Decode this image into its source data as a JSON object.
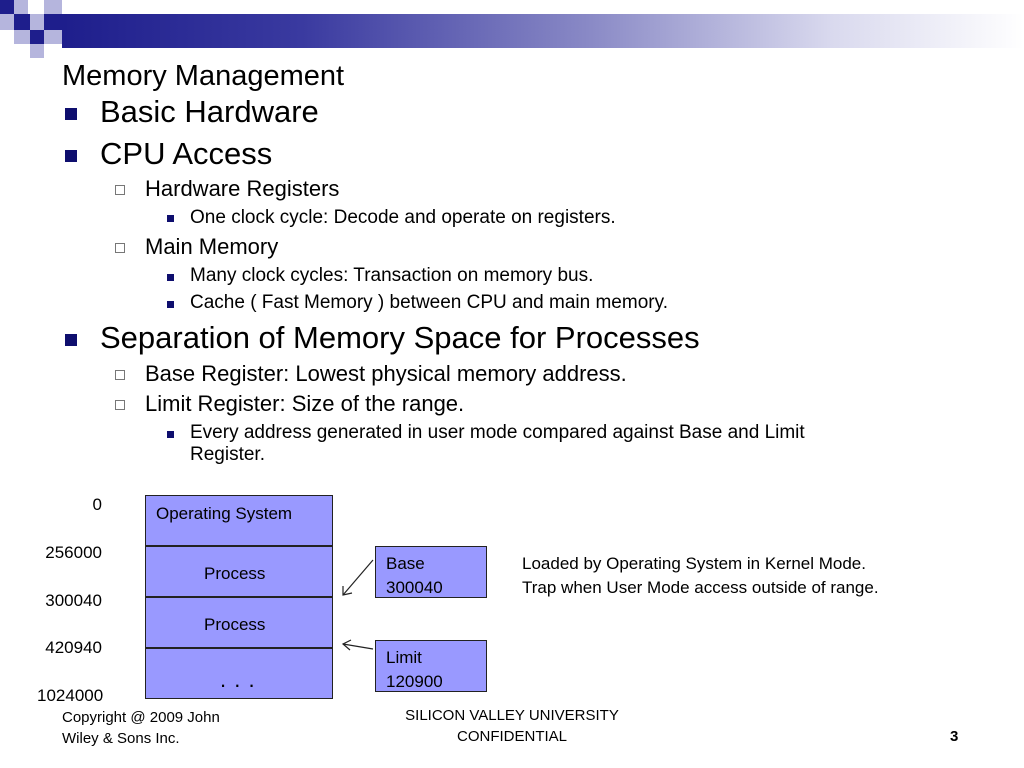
{
  "slide": {
    "title": "Memory Management",
    "bullets": {
      "basic_hardware": "Basic Hardware",
      "cpu_access": "CPU Access",
      "hw_registers": "Hardware Registers",
      "one_clock": "One clock cycle: Decode and operate on registers.",
      "main_memory": "Main Memory",
      "many_clock": "Many clock cycles: Transaction on memory bus.",
      "cache": "Cache ( Fast Memory ) between CPU and main memory.",
      "separation": "Separation of Memory Space for Processes",
      "base_register": "Base Register: Lowest physical memory address.",
      "limit_register": "Limit Register: Size of the range.",
      "every_address_line1": "Every address generated in user mode compared against Base and Limit",
      "every_address_line2": "Register."
    }
  },
  "diagram": {
    "addresses": [
      "0",
      "256000",
      "300040",
      "420940",
      "1024000"
    ],
    "blocks": [
      "Operating System",
      "Process",
      "Process",
      ". . ."
    ],
    "base": {
      "label": "Base",
      "value": "300040"
    },
    "limit": {
      "label": "Limit",
      "value": "120900"
    },
    "note_line1": "Loaded by Operating System in Kernel Mode.",
    "note_line2": "Trap  when User Mode access outside of range."
  },
  "footer": {
    "copyright_line1": "Copyright @ 2009 John",
    "copyright_line2": "Wiley & Sons Inc.",
    "center_line1": "SILICON VALLEY UNIVERSITY",
    "center_line2": "CONFIDENTIAL",
    "page_number": "3"
  },
  "colors": {
    "header_navy": "#1e1e8c",
    "block_fill": "#9999ff",
    "bullet": "#0e0e6e"
  }
}
